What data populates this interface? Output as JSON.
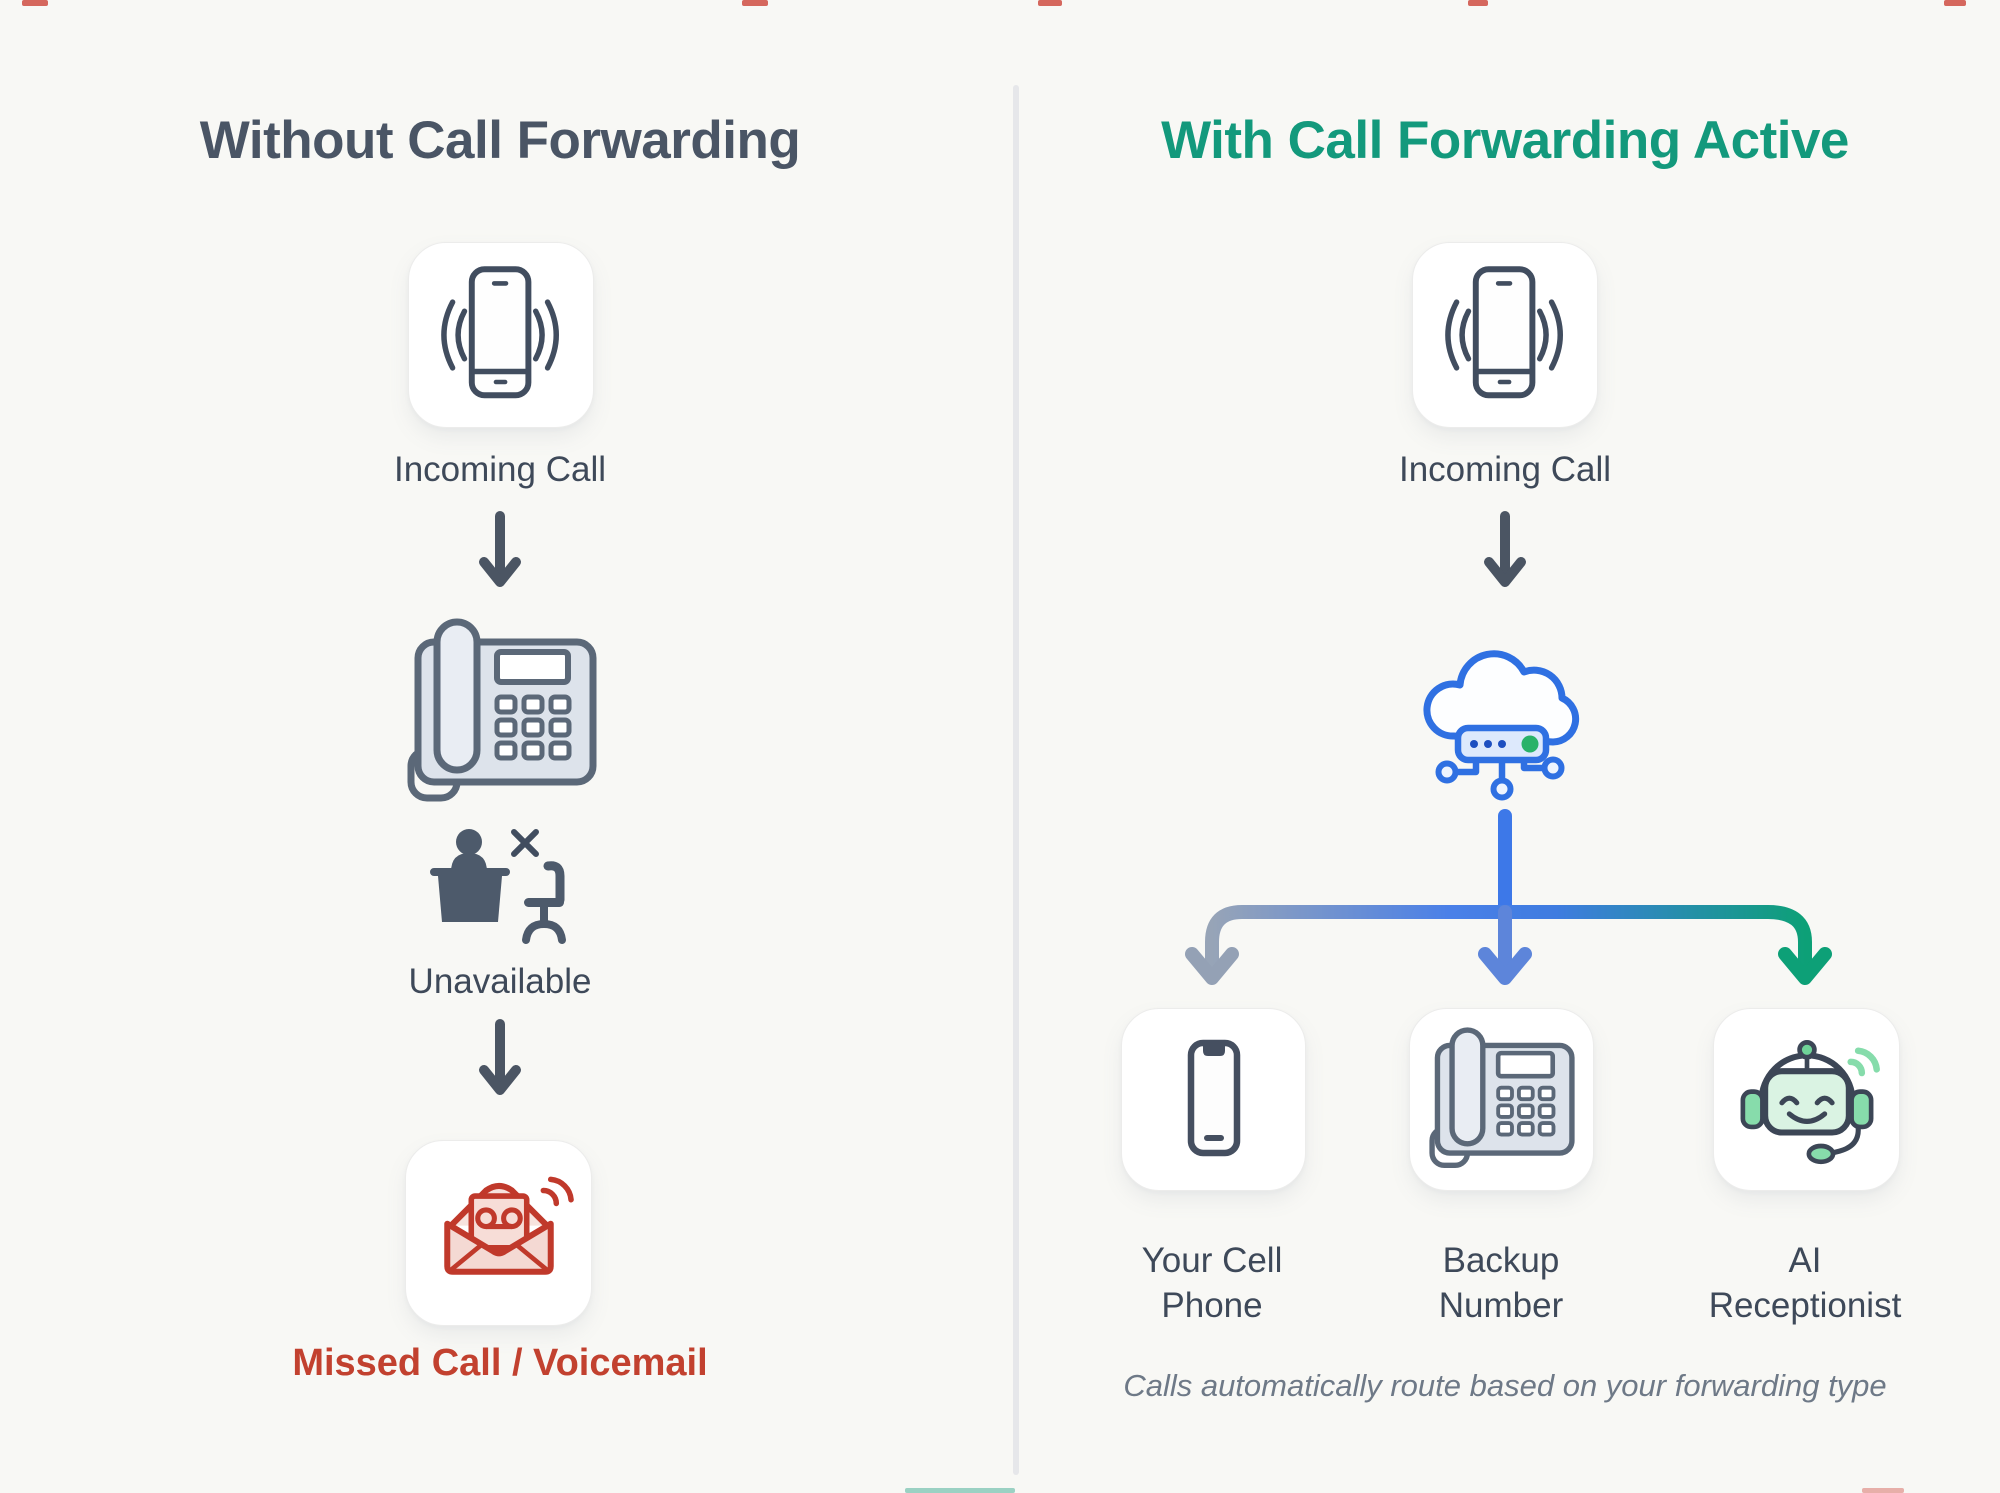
{
  "page": {
    "background_color": "#f8f8f5",
    "divider_color": "#e6e7ea",
    "accent_blue": "#3d78e8",
    "accent_green": "#0da077",
    "accent_red": "#c2412f",
    "accent_slate": "#4a5565"
  },
  "left": {
    "title": "Without Call Forwarding",
    "title_color": "#4a5565",
    "incoming_label": "Incoming Call",
    "unavailable_label": "Unavailable",
    "missed_label": "Missed Call / Voicemail",
    "icons": [
      "ringing-phone-icon",
      "down-arrow-icon",
      "desk-phone-icon",
      "person-unavailable-icon",
      "down-arrow-icon",
      "voicemail-envelope-icon"
    ]
  },
  "right": {
    "title": "With Call Forwarding Active",
    "title_color": "#13997c",
    "incoming_label": "Incoming Call",
    "router_icon": "cloud-routing-icon",
    "destinations": [
      {
        "label": "Your Cell Phone",
        "icon": "cell-phone-icon",
        "arrow_color": "#94a1b5"
      },
      {
        "label": "Backup Number",
        "icon": "desk-phone-icon",
        "arrow_color": "#5d85da"
      },
      {
        "label": "AI Receptionist",
        "icon": "ai-receptionist-icon",
        "arrow_color": "#0da077"
      }
    ],
    "caption": "Calls automatically route based on your forwarding type"
  }
}
